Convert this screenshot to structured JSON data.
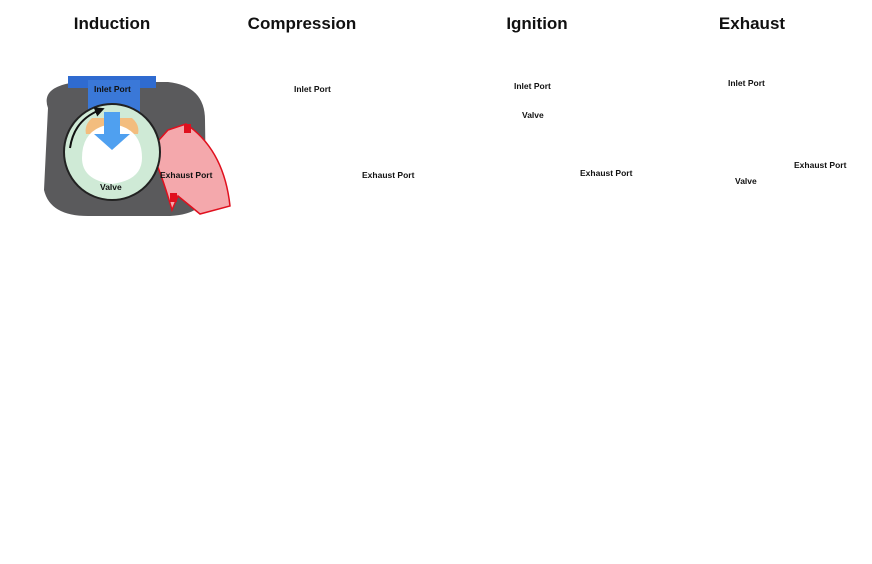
{
  "strokes": [
    {
      "title": "Induction",
      "inlet": "Inlet Port",
      "exhaust": "Exhaust Port",
      "valve": "Valve"
    },
    {
      "title": "Compression",
      "inlet": "Inlet Port",
      "exhaust": "Exhaust Port",
      "valve": ""
    },
    {
      "title": "Ignition",
      "inlet": "Inlet Port",
      "exhaust": "Exhaust Port",
      "valve": "Valve"
    },
    {
      "title": "Exhaust",
      "inlet": "Inlet Port",
      "exhaust": "Exhaust Port",
      "valve": "Valve"
    }
  ],
  "colors": {
    "housing": "#5a5a5c",
    "valve": "#cfead6",
    "inlet": "#3a78d8",
    "exhaust_port": "#f4a8ac",
    "exhaust_edge": "#e0101e",
    "rod": "#f3bd7e",
    "crank": "#c9c9c9",
    "spark": "#f58220",
    "intake_arrow": "#4fa0f0",
    "exhaust_arrow": "#f4a0a8"
  }
}
